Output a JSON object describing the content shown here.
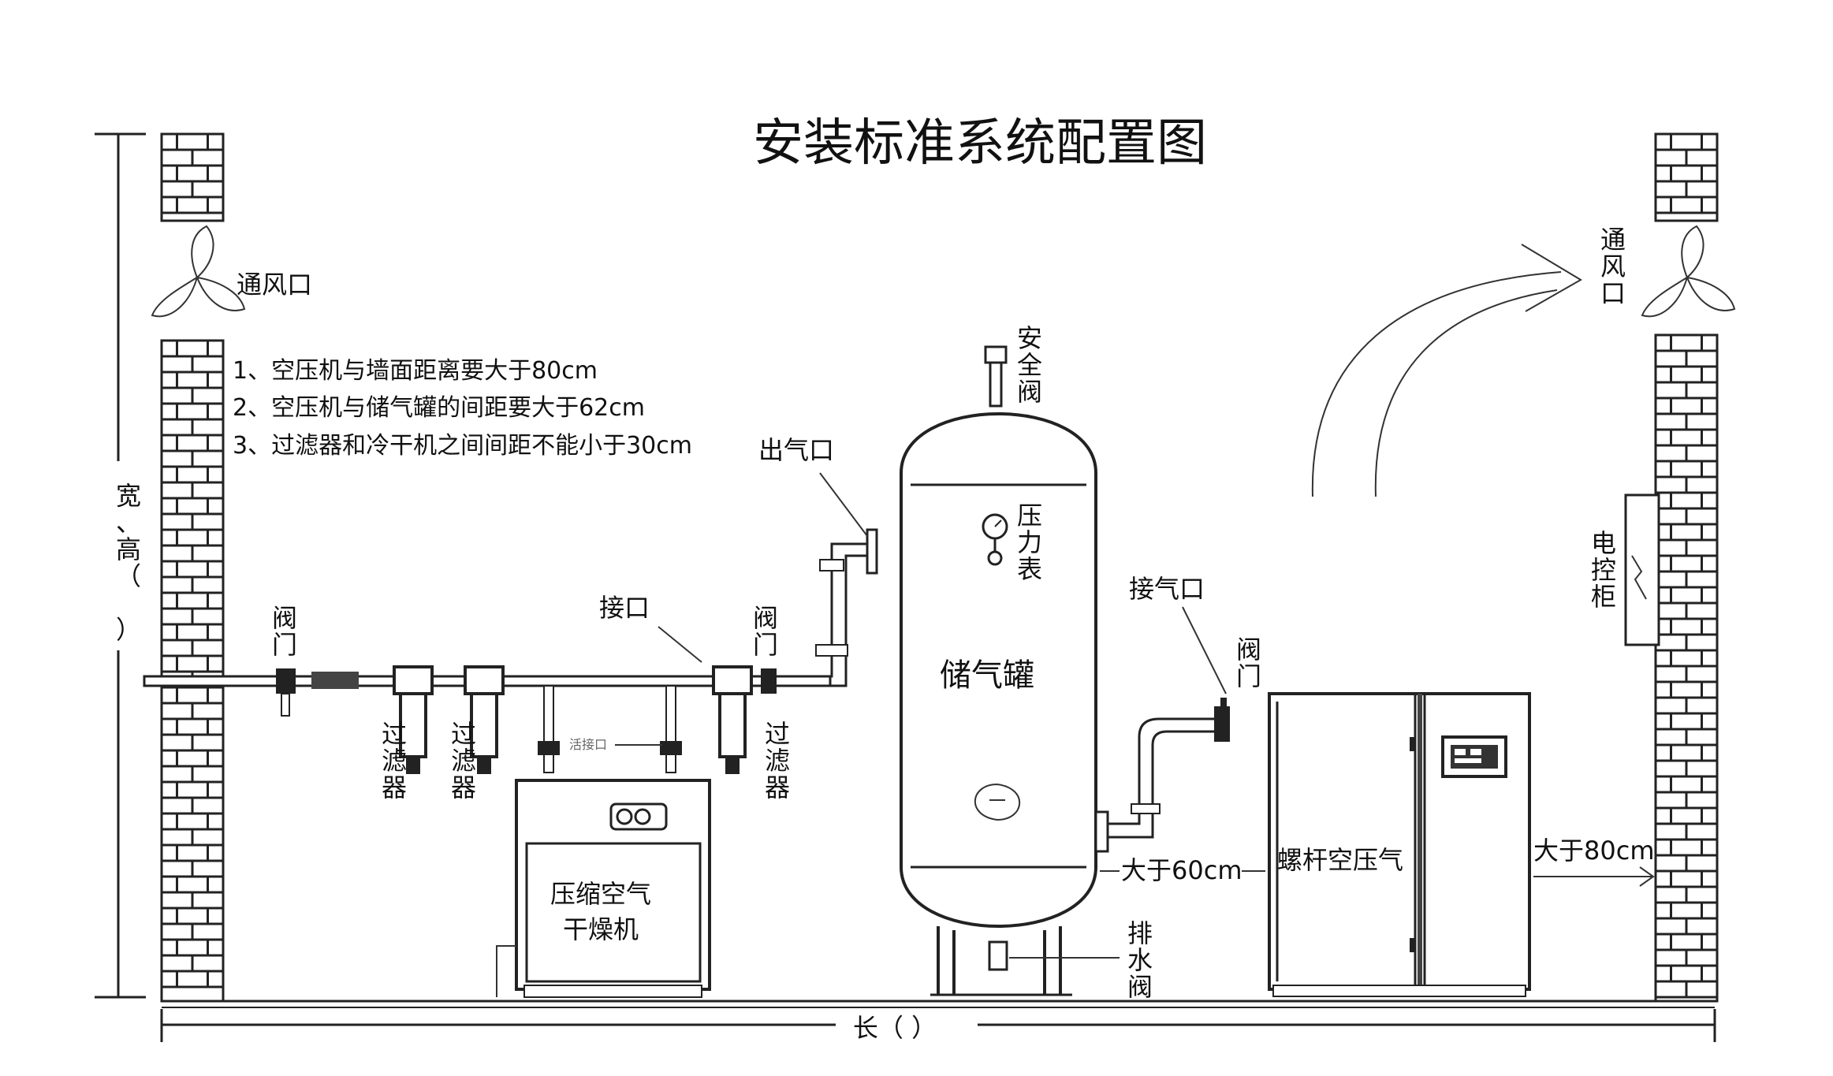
{
  "title": "安装标准系统配置图",
  "notes": [
    "1、空压机与墙面距离要大于80cm",
    "2、空压机与储气罐的间距要大于62cm",
    "3、过滤器和冷干机之间间距不能小于30cm"
  ],
  "labels": {
    "vent_left": "通风口",
    "vent_right": "通风口",
    "dim_height": "宽、高（ ）",
    "dim_length": "长（ ）",
    "valve_left": "阀门",
    "filter_1": "过滤器",
    "filter_2": "过滤器",
    "filter_3": "过滤器",
    "interface": "接口",
    "interface_small": "活接口",
    "valve_mid": "阀门",
    "outlet": "出气口",
    "safety_valve": "安全阀",
    "pressure_gauge": "压力表",
    "tank": "储气罐",
    "drain_valve": "排水阀",
    "gt60": "大于60cm",
    "inlet": "接气口",
    "valve_right": "阀门",
    "compressor": "螺杆空压气",
    "gt80": "大于80cm",
    "control_cabinet": "电控柜",
    "dryer_line1": "压缩空气",
    "dryer_line2": "干燥机"
  },
  "icons": {
    "vent_left": "fan-icon",
    "vent_right": "fan-icon",
    "airflow": "curved-arrow-icon",
    "gauge": "pressure-gauge-icon"
  }
}
